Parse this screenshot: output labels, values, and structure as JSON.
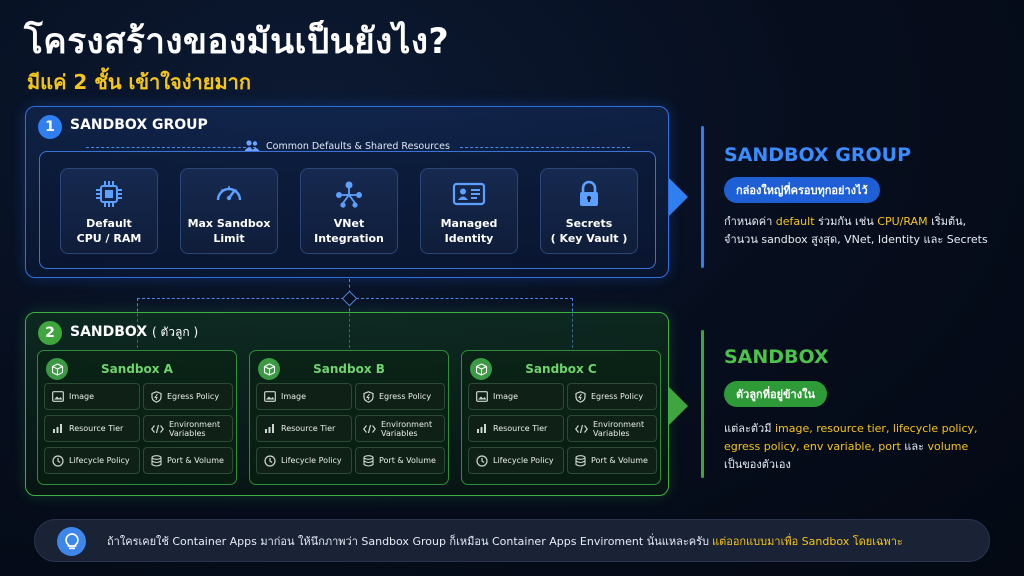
{
  "header": {
    "title": "โครงสร้างของมันเป็นยังไง?",
    "subtitle": "มีแค่ 2 ชั้น เข้าใจง่ายมาก"
  },
  "group": {
    "number": "1",
    "title": "SANDBOX GROUP",
    "shared_label": "Common Defaults & Shared Resources",
    "cards": [
      {
        "line1": "Default",
        "line2": "CPU / RAM",
        "icon": "cpu-icon"
      },
      {
        "line1": "Max Sandbox",
        "line2": "Limit",
        "icon": "gauge-icon"
      },
      {
        "line1": "VNet",
        "line2": "Integration",
        "icon": "network-icon"
      },
      {
        "line1": "Managed",
        "line2": "Identity",
        "icon": "id-card-icon"
      },
      {
        "line1": "Secrets",
        "line2": "( Key Vault )",
        "icon": "lock-icon"
      }
    ]
  },
  "sandbox": {
    "number": "2",
    "title": "SANDBOX",
    "title_note": "( ตัวลูก )",
    "columns": [
      {
        "name": "Sandbox A"
      },
      {
        "name": "Sandbox B"
      },
      {
        "name": "Sandbox C"
      }
    ],
    "tiles": {
      "image": "Image",
      "egress": "Egress Policy",
      "resource": "Resource Tier",
      "env_1": "Environment",
      "env_2": "Variables",
      "lifecycle": "Lifecycle Policy",
      "port": "Port & Volume"
    }
  },
  "right": {
    "group_title": "SANDBOX GROUP",
    "group_pill": "กล่องใหญ่ที่ครอบทุกอย่างไว้",
    "group_desc_1a": "กำหนดค่า ",
    "group_desc_1b": "default",
    "group_desc_1c": " ร่วมกัน เช่น ",
    "group_desc_1d": "CPU/RAM",
    "group_desc_1e": " เริ่มต้น,",
    "group_desc_2": "จำนวน sandbox สูงสุด, VNet, Identity และ Secrets",
    "sb_title": "SANDBOX",
    "sb_pill": "ตัวลูกที่อยู่ข้างใน",
    "sb_desc_1a": "แต่ละตัวมี ",
    "sb_desc_1b": "image, resource tier, lifecycle policy,",
    "sb_desc_2a": "egress policy, env variable, port",
    "sb_desc_2b": " และ ",
    "sb_desc_2c": "volume",
    "sb_desc_3": "เป็นของตัวเอง"
  },
  "banner": {
    "text": "ถ้าใครเคยใช้ Container Apps มาก่อน ให้นึกภาพว่า Sandbox Group ก็เหมือน Container Apps Enviroment นั่นแหละครับ ",
    "highlight": "แต่ออกแบบมาเพื่อ Sandbox โดยเฉพาะ"
  },
  "colors": {
    "blue": "#2f7ff0",
    "green": "#3fa63f",
    "yellow": "#f5c518"
  }
}
